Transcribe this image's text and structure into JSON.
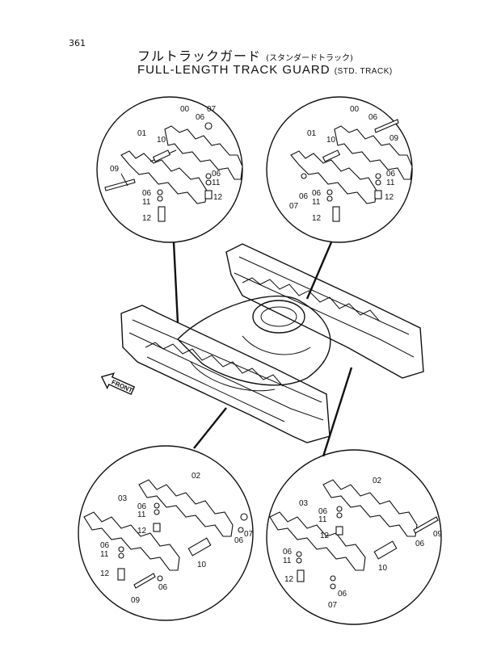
{
  "page_number": "361",
  "title_jp": "フルトラックガード",
  "title_jp_sub": "(スタンダードトラック)",
  "title_en": "FULL-LENGTH TRACK GUARD",
  "title_en_sub": "(STD. TRACK)",
  "front_label": "FRONT",
  "callouts": {
    "tl": [
      "00",
      "07",
      "06",
      "01",
      "10",
      "09",
      "06",
      "11",
      "06",
      "11",
      "12",
      "12"
    ],
    "tr": [
      "00",
      "06",
      "09",
      "01",
      "10",
      "06",
      "11",
      "06",
      "07",
      "06",
      "11",
      "12",
      "12"
    ],
    "bl": [
      "02",
      "03",
      "06",
      "11",
      "12",
      "07",
      "06",
      "06",
      "11",
      "10",
      "12",
      "09",
      "06"
    ],
    "br": [
      "02",
      "03",
      "06",
      "11",
      "09",
      "12",
      "06",
      "06",
      "11",
      "10",
      "12",
      "06",
      "07"
    ]
  }
}
